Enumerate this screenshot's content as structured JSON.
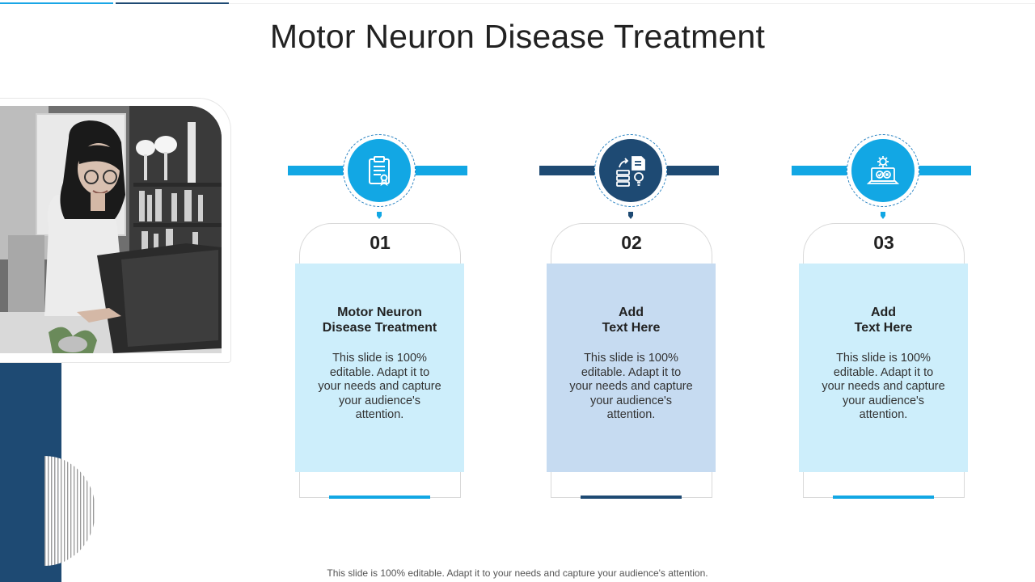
{
  "title": "Motor Neuron Disease Treatment",
  "colors": {
    "light_blue": "#12a7e4",
    "dark_blue": "#1e4a73",
    "card_light": "#cdeefb",
    "card_mid": "#c6dbf1"
  },
  "steps": [
    {
      "number": "01",
      "heading_line1": "Motor Neuron",
      "heading_line2": "Disease Treatment",
      "body": "This slide is 100% editable. Adapt it to your needs and capture your audience's attention.",
      "icon": "certificate-clipboard-icon",
      "theme": "light"
    },
    {
      "number": "02",
      "heading_line1": "Add",
      "heading_line2": "Text Here",
      "body": "This slide is 100% editable. Adapt it to your needs and capture your audience's attention.",
      "icon": "data-document-idea-icon",
      "theme": "dark"
    },
    {
      "number": "03",
      "heading_line1": "Add",
      "heading_line2": "Text Here",
      "body": "This slide is 100% editable. Adapt it to your needs and capture your audience's attention.",
      "icon": "laptop-gear-icon",
      "theme": "light"
    }
  ],
  "footer": "This slide is 100% editable. Adapt it to your needs and capture your audience's attention."
}
